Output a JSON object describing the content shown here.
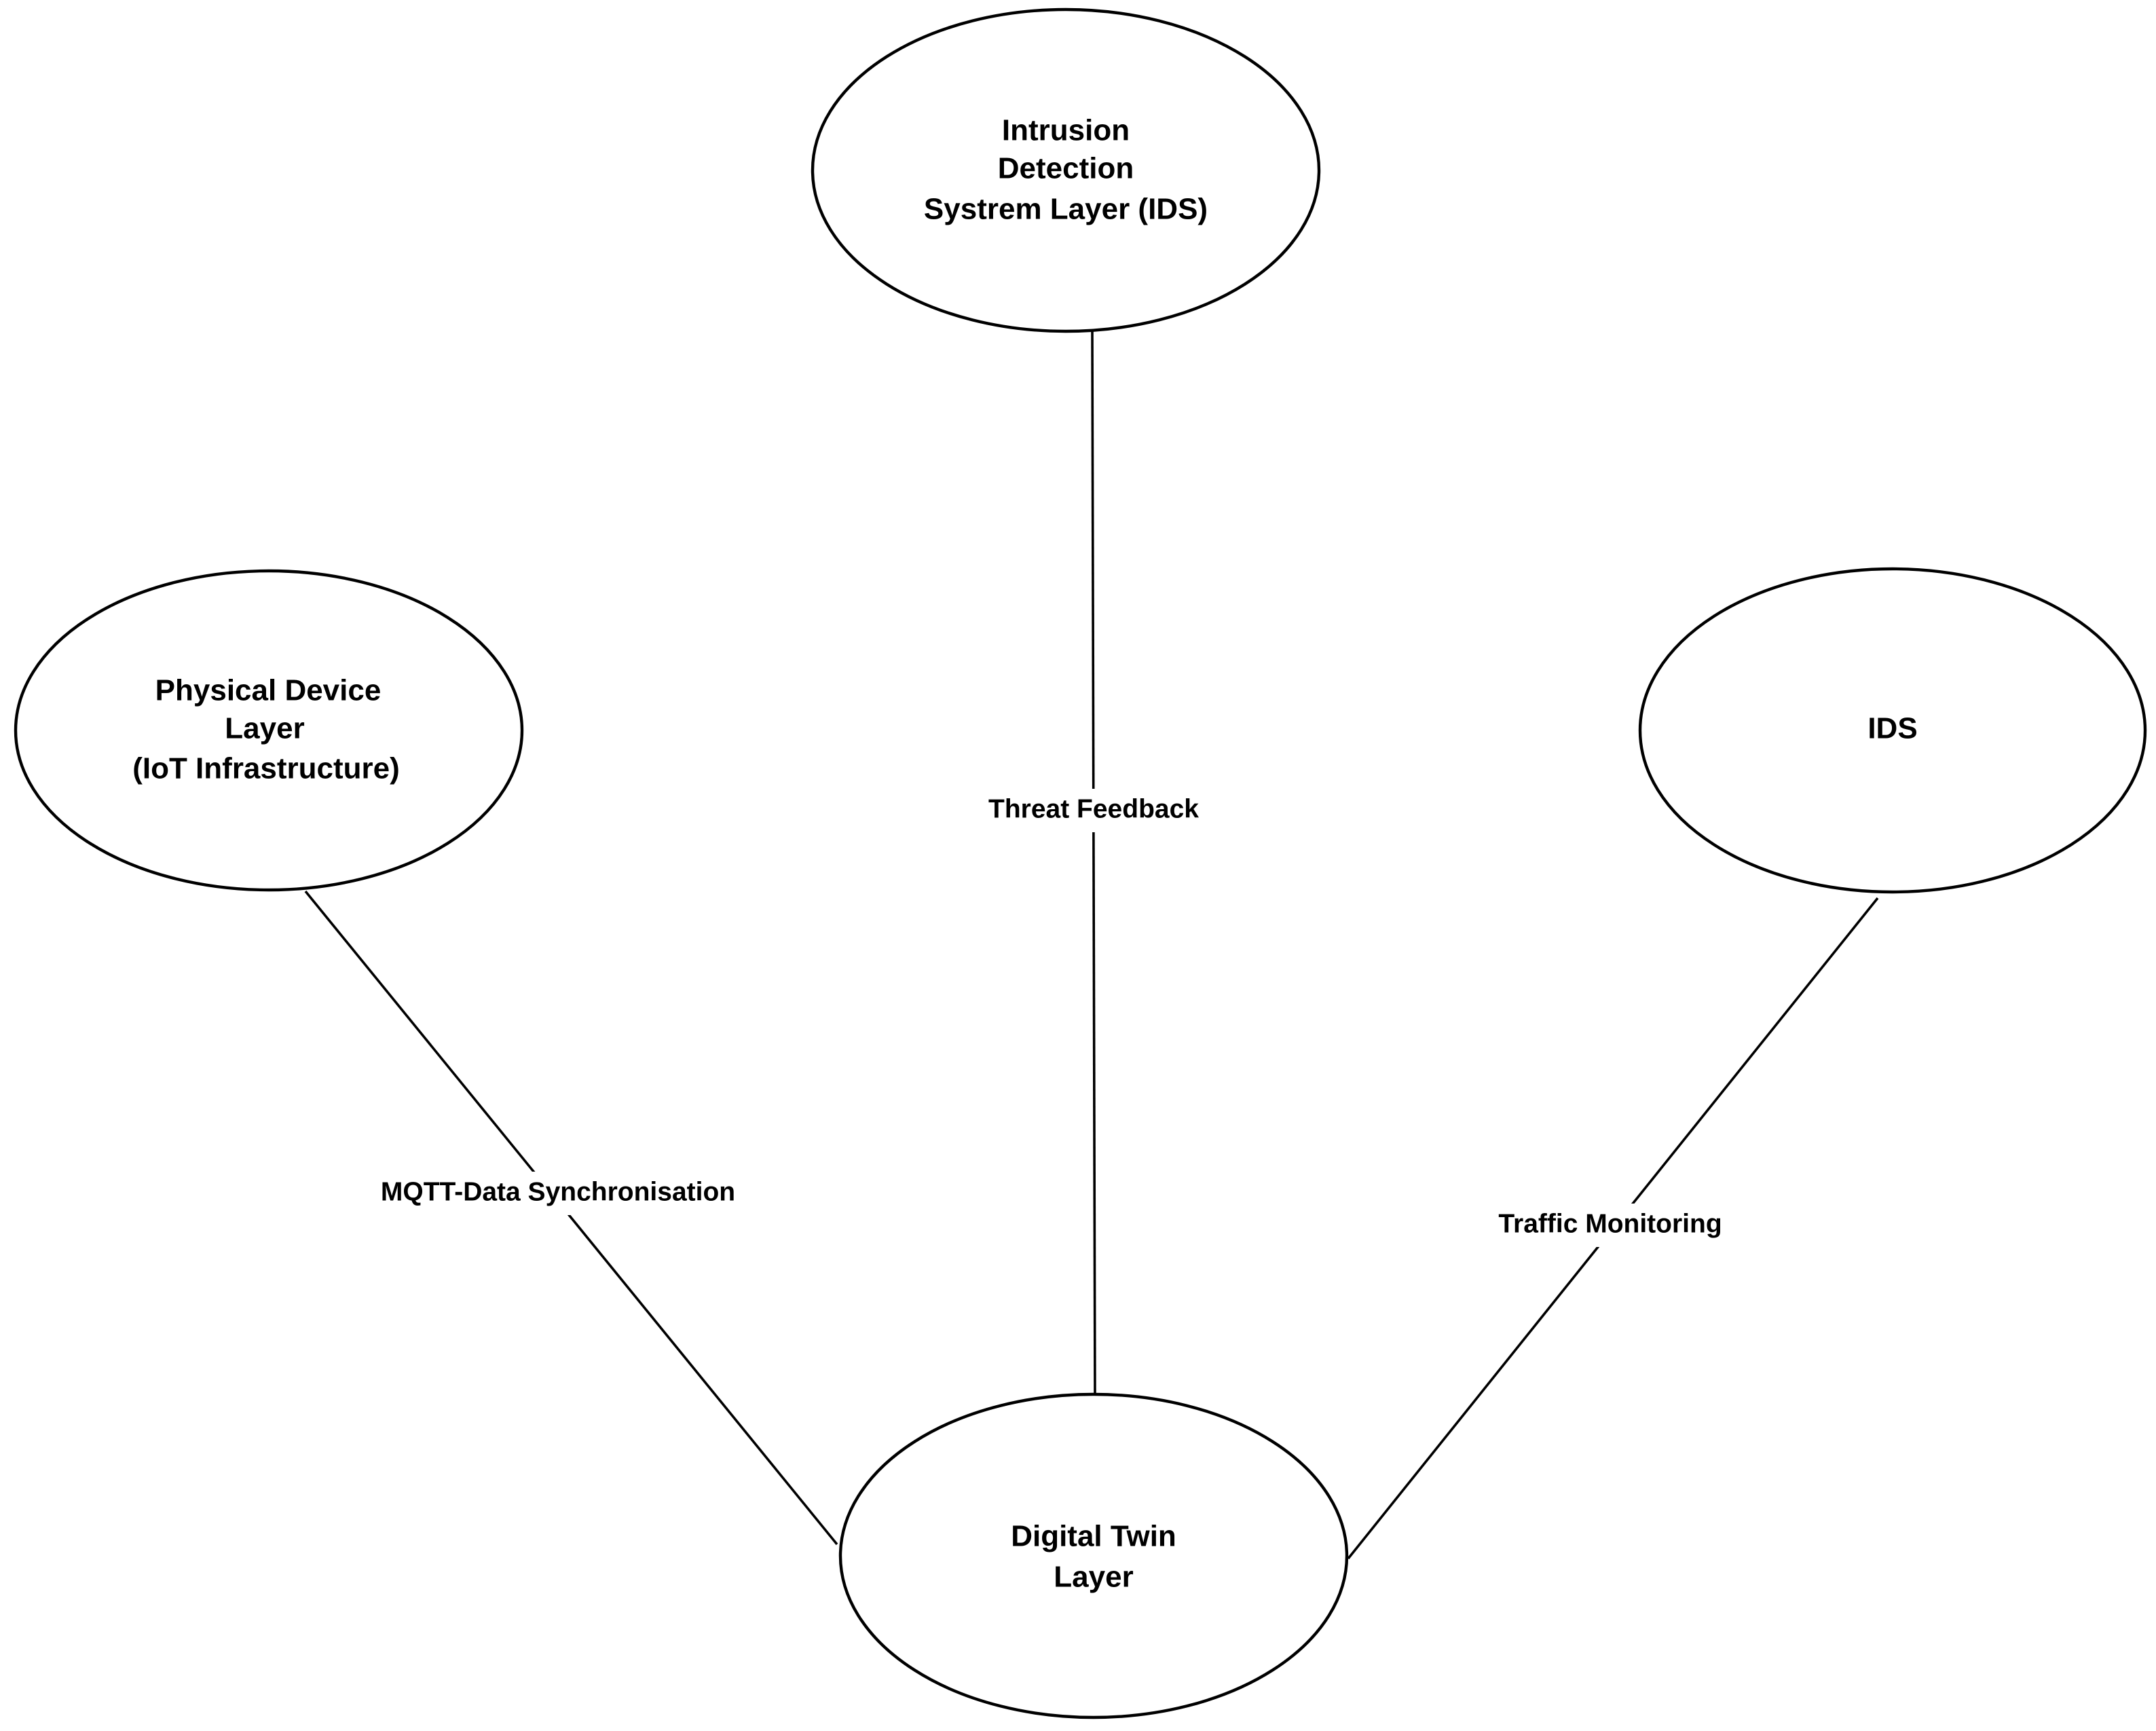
{
  "nodes": [
    {
      "id": "ids_layer",
      "lines": [
        "Intrusion",
        "Detection",
        "Systrem Layer (IDS)"
      ]
    },
    {
      "id": "physical",
      "lines": [
        "Physical Device",
        "Layer",
        "(IoT Infrastructure)"
      ]
    },
    {
      "id": "ids",
      "lines": [
        "IDS"
      ]
    },
    {
      "id": "digital_twin",
      "lines": [
        "Digital Twin",
        "Layer"
      ]
    }
  ],
  "edges": [
    {
      "from": "physical",
      "to": "digital_twin",
      "label": "MQTT-Data Synchronisation"
    },
    {
      "from": "ids_layer",
      "to": "digital_twin",
      "label": "Threat Feedback"
    },
    {
      "from": "ids",
      "to": "digital_twin",
      "label": "Traffic Monitoring"
    }
  ],
  "colors": {
    "stroke": "#000000",
    "background": "#ffffff",
    "text": "#000000"
  }
}
